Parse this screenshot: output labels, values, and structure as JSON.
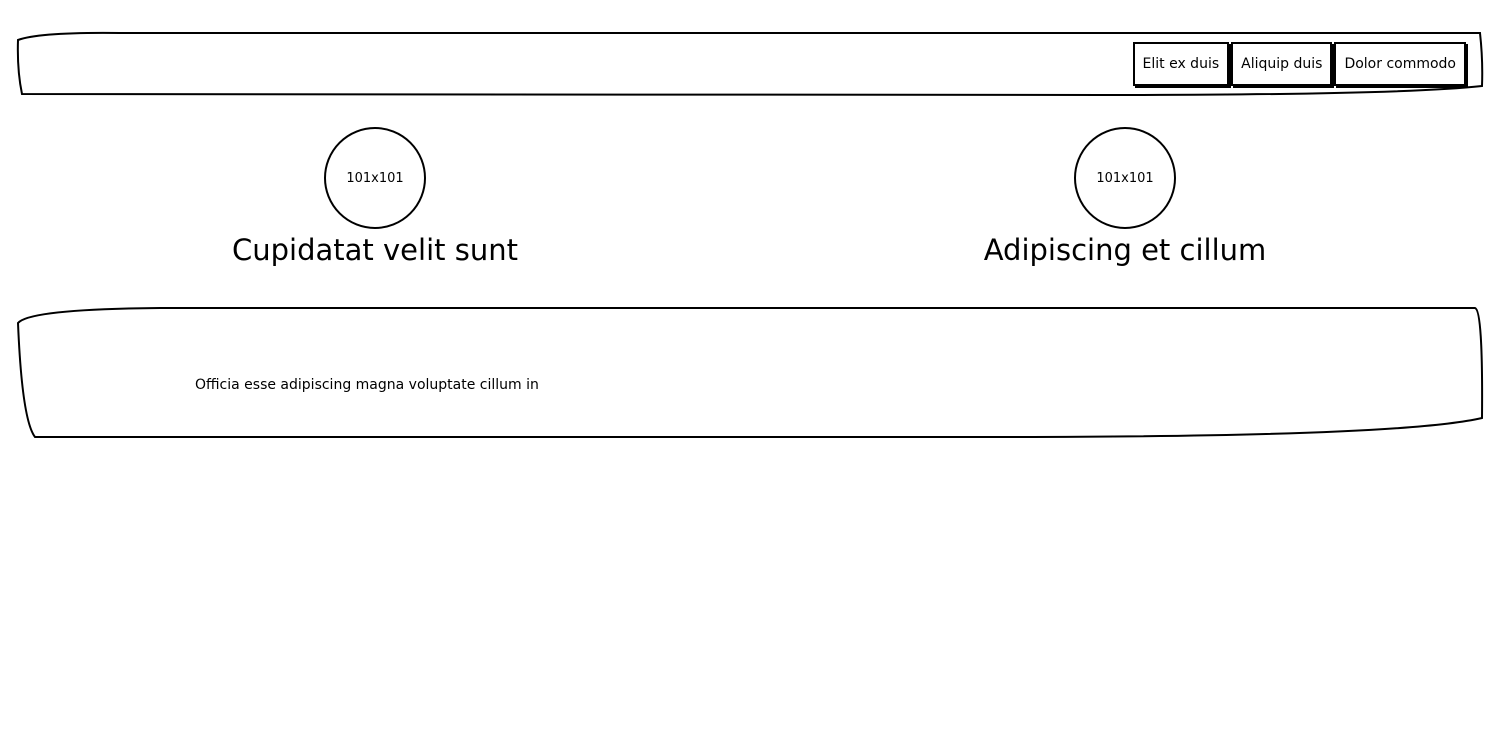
{
  "header": {
    "nav_buttons": [
      {
        "label": "Elit ex duis"
      },
      {
        "label": "Aliquip duis"
      },
      {
        "label": "Dolor commodo"
      }
    ]
  },
  "features": [
    {
      "image_label": "101x101",
      "title": "Cupidatat velit sunt"
    },
    {
      "image_label": "101x101",
      "title": "Adipiscing et cillum"
    }
  ],
  "content": {
    "text": "Officia esse adipiscing magna voluptate cillum in"
  }
}
